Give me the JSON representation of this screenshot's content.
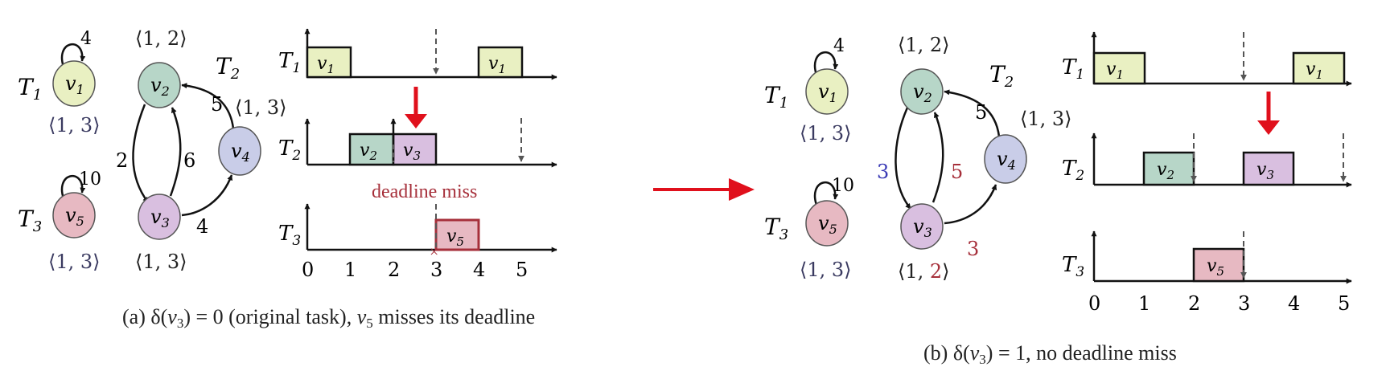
{
  "colors": {
    "v1": "#e9f0c2",
    "v2": "#b7d6c8",
    "v3": "#d9bfe0",
    "v4": "#c9cde8",
    "v5": "#e7b9c2",
    "arrow_red": "#e0101c",
    "deadline_miss": "#a62f3a",
    "blue_weight": "#3a3ab5"
  },
  "panel_a": {
    "tasks": {
      "t1": {
        "name": "T",
        "sub": "1"
      },
      "t2": {
        "name": "T",
        "sub": "2"
      },
      "t3": {
        "name": "T",
        "sub": "3"
      }
    },
    "nodes": {
      "v1": {
        "name": "v",
        "sub": "1",
        "pair": "⟨1, 3⟩",
        "loop": "4"
      },
      "v2": {
        "name": "v",
        "sub": "2",
        "pair": "⟨1, 2⟩"
      },
      "v3": {
        "name": "v",
        "sub": "3",
        "pair": "⟨1, 3⟩"
      },
      "v4": {
        "name": "v",
        "sub": "4",
        "pair": "⟨1, 3⟩"
      },
      "v5": {
        "name": "v",
        "sub": "5",
        "pair": "⟨1, 3⟩",
        "loop": "10"
      }
    },
    "edges": {
      "v2_v3": "2",
      "v3_v2": "6",
      "v3_v4": "4",
      "v4_v2": "5"
    },
    "annotation": "deadline miss",
    "timeline": {
      "ticks": [
        "0",
        "1",
        "2",
        "3",
        "4",
        "5"
      ]
    },
    "caption": {
      "prefix": "(a) δ(",
      "mid": ") = 0 (original task), ",
      "suffix": " misses its deadline"
    }
  },
  "panel_b": {
    "tasks": {
      "t1": {
        "name": "T",
        "sub": "1"
      },
      "t2": {
        "name": "T",
        "sub": "2"
      },
      "t3": {
        "name": "T",
        "sub": "3"
      }
    },
    "nodes": {
      "v1": {
        "name": "v",
        "sub": "1",
        "pair": "⟨1, 3⟩",
        "loop": "4"
      },
      "v2": {
        "name": "v",
        "sub": "2",
        "pair": "⟨1, 2⟩"
      },
      "v3": {
        "name": "v",
        "sub": "3",
        "pair_prefix": "⟨1, ",
        "pair_changed": "2",
        "pair_suffix": "⟩"
      },
      "v4": {
        "name": "v",
        "sub": "4",
        "pair": "⟨1, 3⟩"
      },
      "v5": {
        "name": "v",
        "sub": "5",
        "pair": "⟨1, 3⟩",
        "loop": "10"
      }
    },
    "edges": {
      "v2_v3": "3",
      "v3_v2": "5",
      "v3_v4": "3",
      "v4_v2": "5"
    },
    "timeline": {
      "ticks": [
        "0",
        "1",
        "2",
        "3",
        "4",
        "5"
      ]
    },
    "caption": {
      "prefix": "(b) δ(",
      "mid": ") = 1, no deadline miss"
    }
  }
}
